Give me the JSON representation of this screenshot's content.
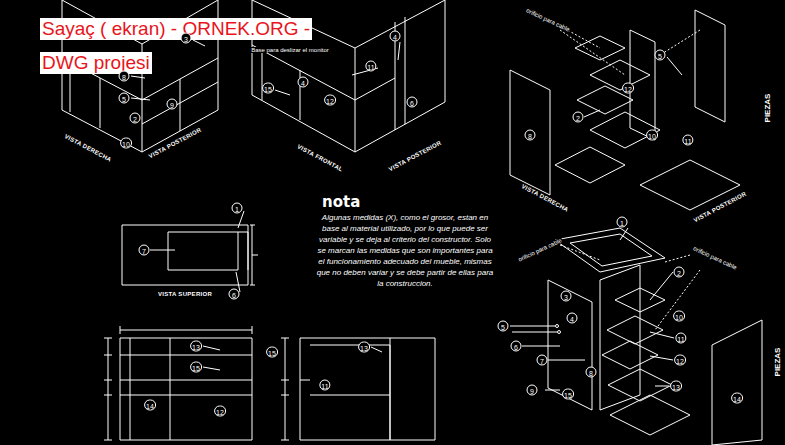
{
  "diagram": {
    "labels": [
      "Sayaç ( ekran) - ORNEK.ORG -",
      "DWG projesi",
      "VISTA DERECHA",
      "VISTA POSTERIOR",
      "VISTA FRONTAL",
      "VISTA POSTERIOR",
      "PIEZAS",
      "VISTA DERECHA",
      "VISTA POSTERIOR",
      "VISTA SUPERIOR",
      "nota",
      "Algunas medidas (X), como el grosor, estan en base al material utilizado, por lo que puede ser variable y se deja al criterio del constructor. Solo se marcan las medidas que son importantes para el funcionamiento adecuado del mueble, mismas que no deben variar y se debe partir de ellas para la construccion.",
      "PIEZAS",
      "orificio para cable",
      "Base para deslizar el monitor",
      "orificio para cable",
      "orificio para cable",
      "3",
      "8",
      "9",
      "5",
      "2",
      "10",
      "4",
      "11",
      "15",
      "4",
      "12",
      "6",
      "5",
      "12",
      "2",
      "10",
      "8",
      "11",
      "1",
      "7",
      "6",
      "13",
      "15",
      "14",
      "12",
      "15",
      "13",
      "11",
      "1",
      "2",
      "3",
      "4",
      "5",
      "6",
      "7",
      "8",
      "9",
      "10",
      "11",
      "12",
      "13",
      "14",
      "15"
    ]
  }
}
